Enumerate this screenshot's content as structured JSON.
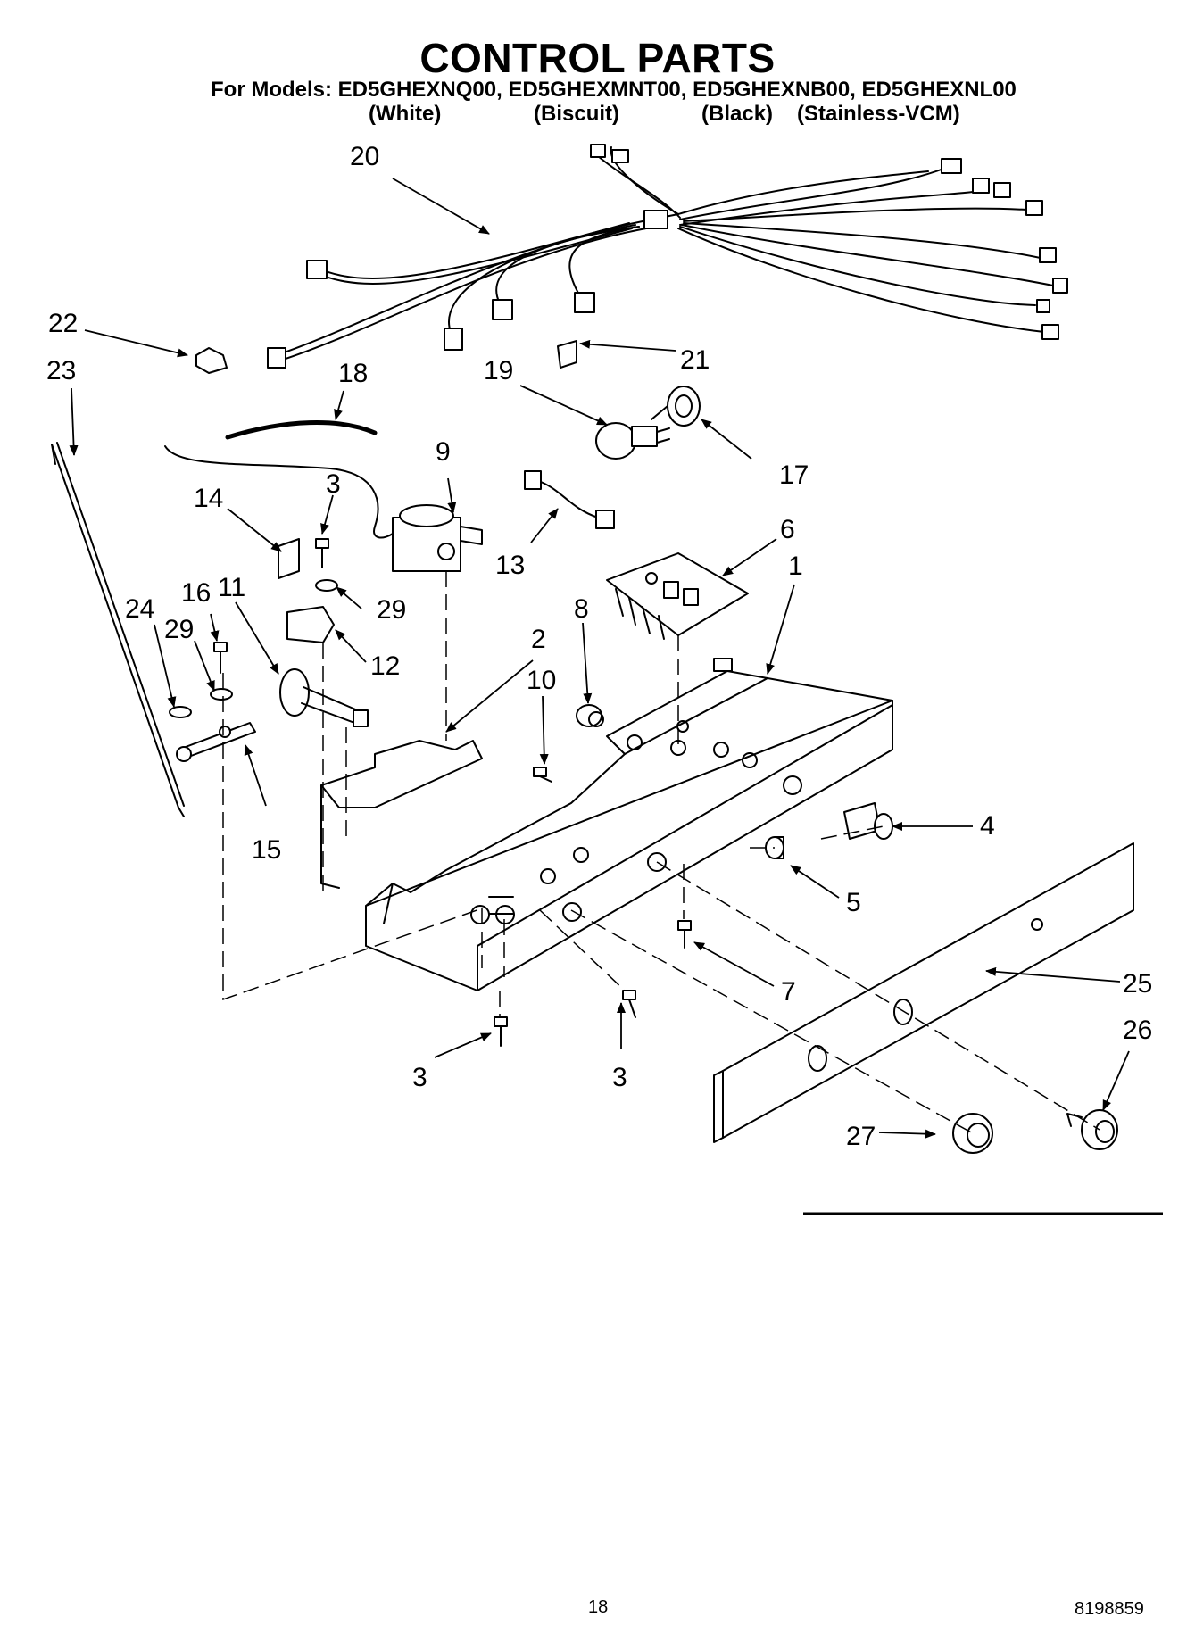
{
  "header": {
    "title": "CONTROL PARTS",
    "models_line": "For Models: ED5GHEXNQ00, ED5GHEXMNT00, ED5GHEXNB00, ED5GHEXNL00",
    "variants": [
      "(White)",
      "(Biscuit)",
      "(Black)",
      "(Stainless-VCM)"
    ]
  },
  "callouts": [
    "20",
    "22",
    "23",
    "18",
    "19",
    "21",
    "17",
    "14",
    "3",
    "9",
    "13",
    "6",
    "1",
    "24",
    "16",
    "11",
    "29",
    "29",
    "12",
    "8",
    "2",
    "10",
    "15",
    "4",
    "5",
    "7",
    "25",
    "26",
    "3",
    "3",
    "27"
  ],
  "footer": {
    "page_number": "18",
    "doc_number": "8198859"
  }
}
